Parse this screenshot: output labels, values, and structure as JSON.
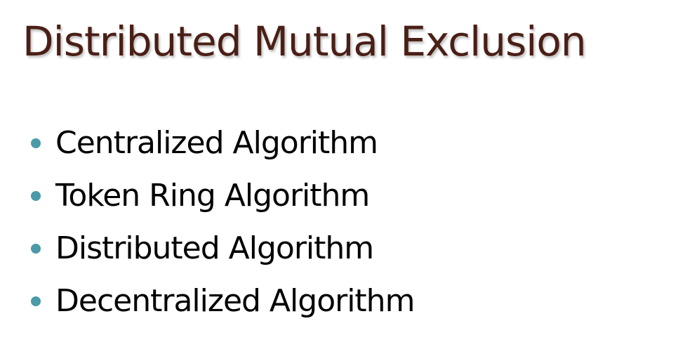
{
  "slide": {
    "title": "Distributed Mutual Exclusion",
    "bullets": [
      {
        "label": "Centralized Algorithm"
      },
      {
        "label": "Token Ring Algorithm"
      },
      {
        "label": "Distributed Algorithm"
      },
      {
        "label": "Decentralized Algorithm"
      }
    ]
  },
  "colors": {
    "title": "#4a1f16",
    "bullet": "#4a9aa8",
    "text": "#000000",
    "background": "#ffffff"
  }
}
